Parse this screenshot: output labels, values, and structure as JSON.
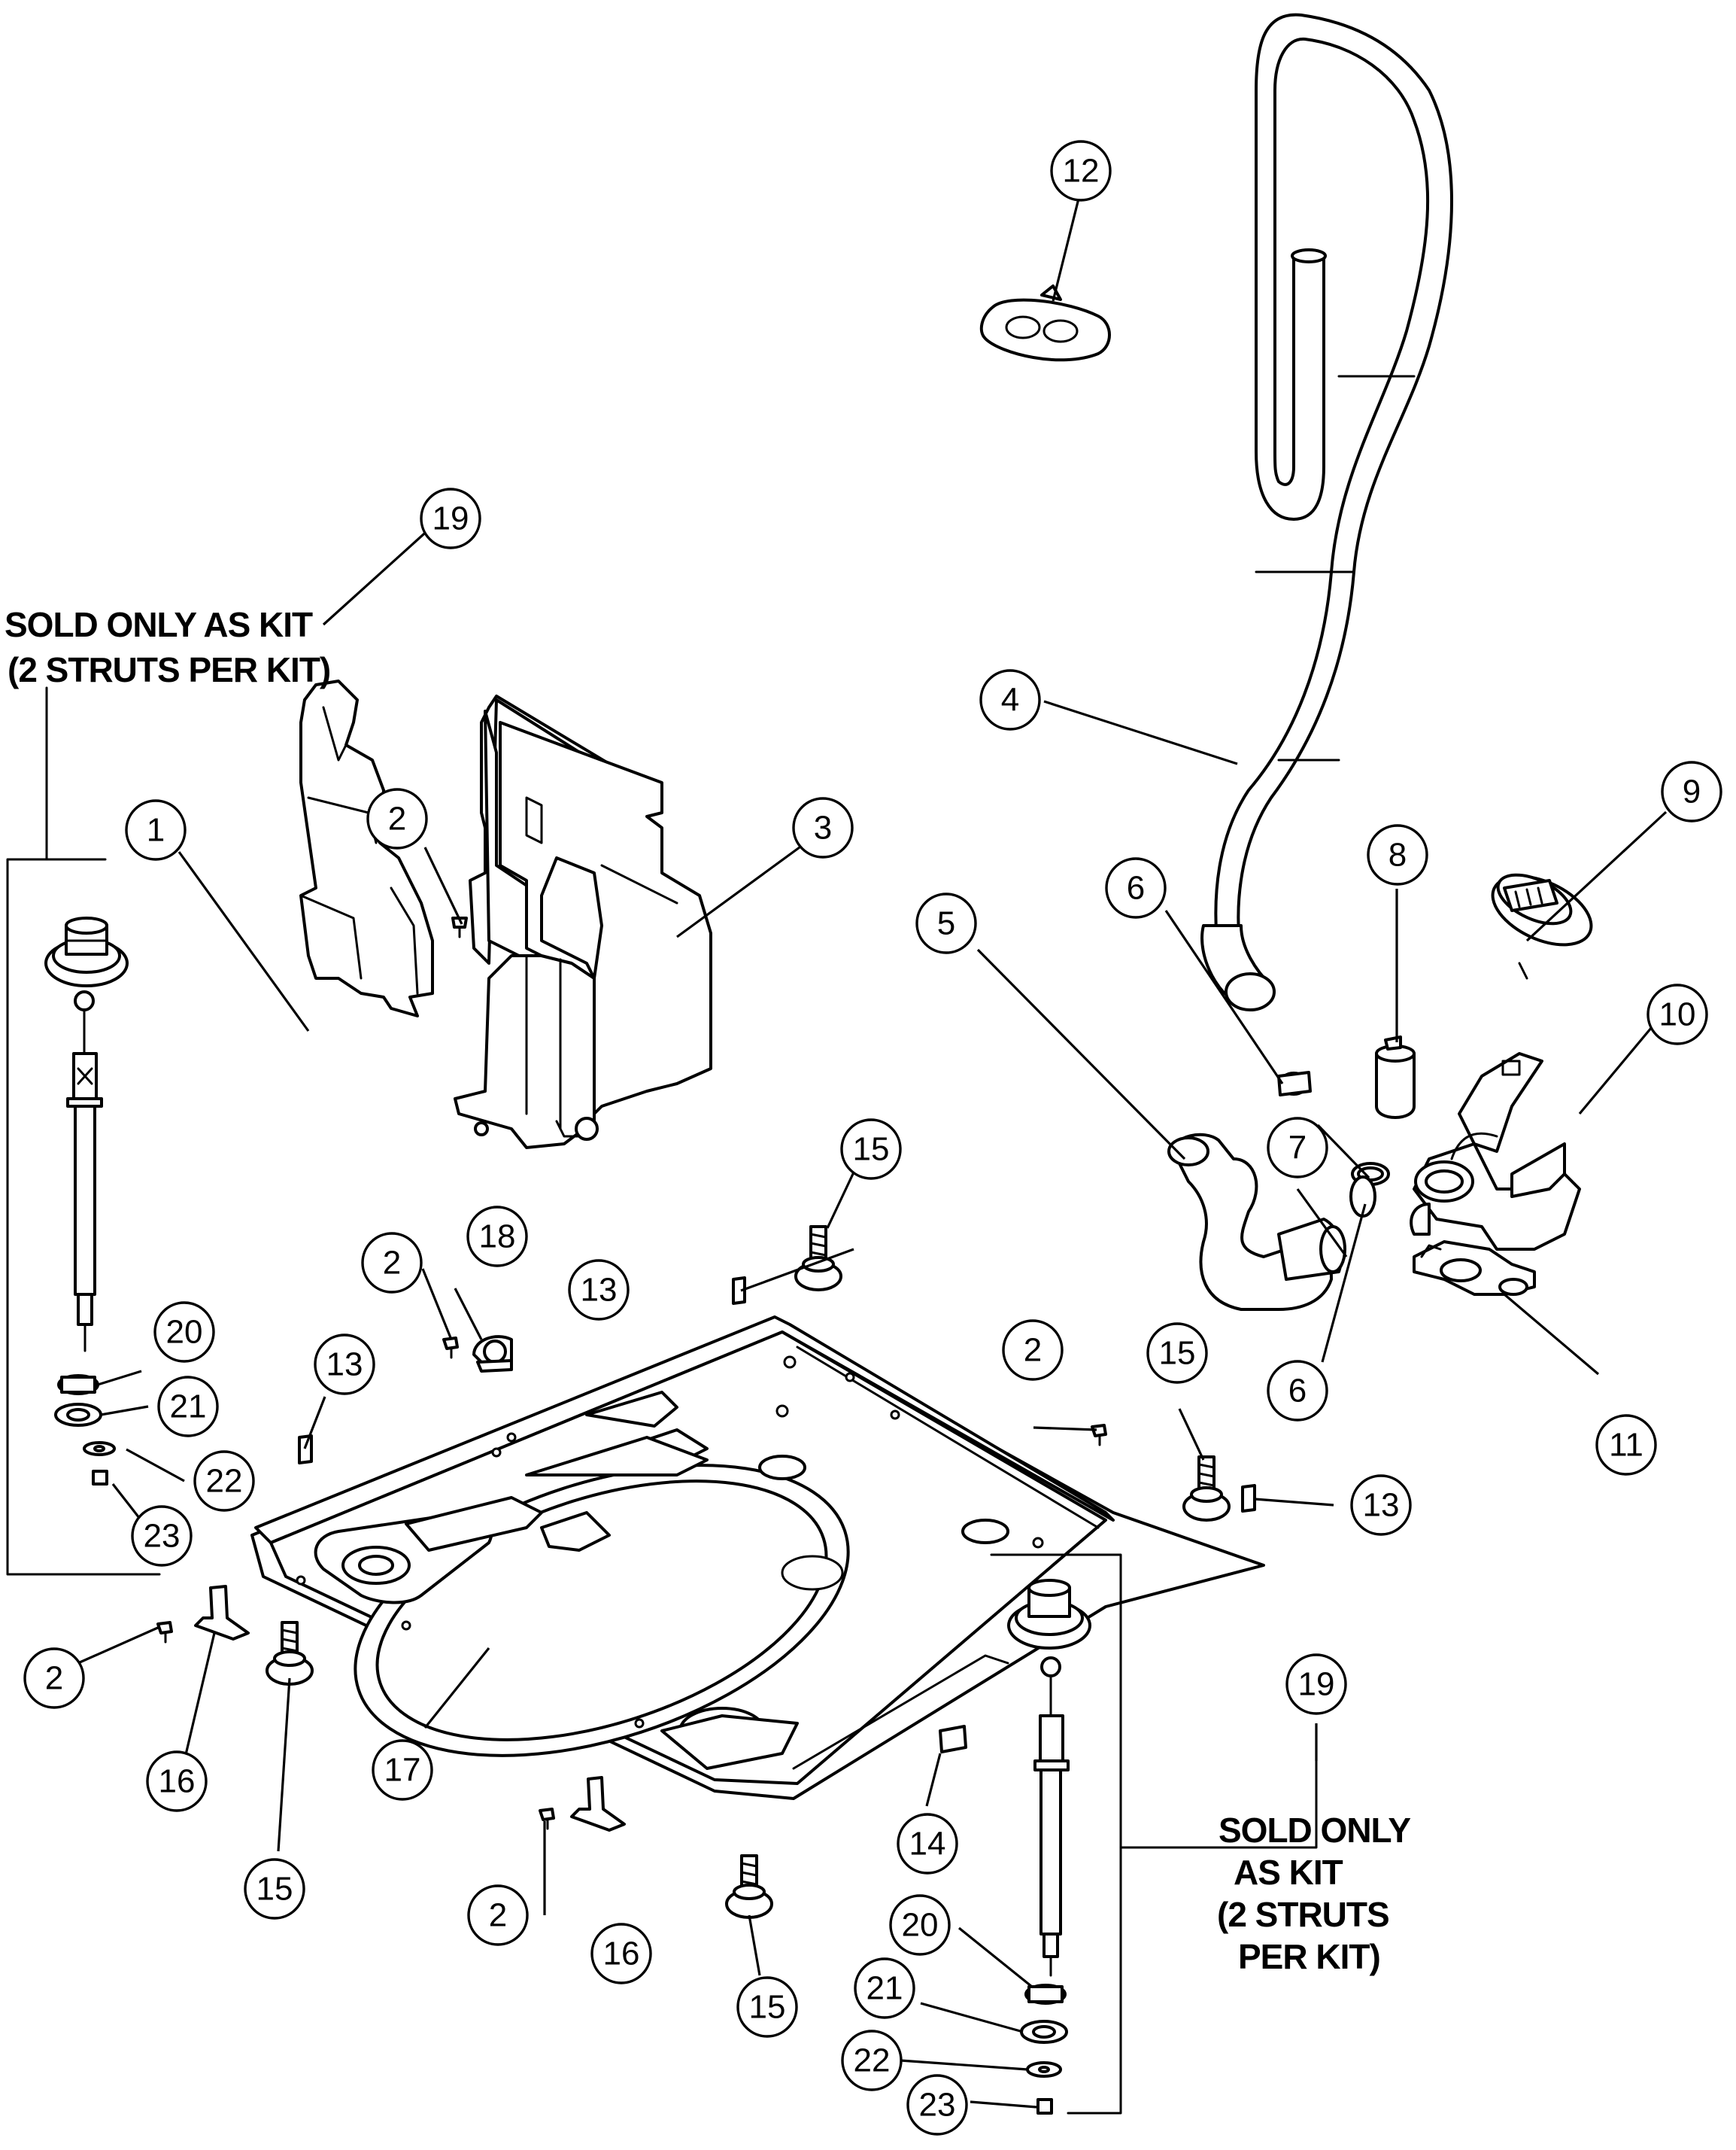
{
  "callouts": {
    "c1": "1",
    "c2": "2",
    "c3": "3",
    "c4": "4",
    "c5": "5",
    "c6": "6",
    "c7": "7",
    "c8": "8",
    "c9": "9",
    "c10": "10",
    "c11": "11",
    "c12": "12",
    "c13": "13",
    "c14": "14",
    "c15": "15",
    "c16": "16",
    "c17": "17",
    "c18": "18",
    "c19": "19",
    "c20": "20",
    "c21": "21",
    "c22": "22",
    "c23": "23"
  },
  "notes": {
    "kit_left_line1": "SOLD ONLY AS KIT",
    "kit_left_line2": "(2 STRUTS PER KIT)",
    "kit_right_line1": "SOLD ONLY",
    "kit_right_line2": "AS KIT",
    "kit_right_line3": "(2 STRUTS",
    "kit_right_line4": "PER KIT)"
  }
}
